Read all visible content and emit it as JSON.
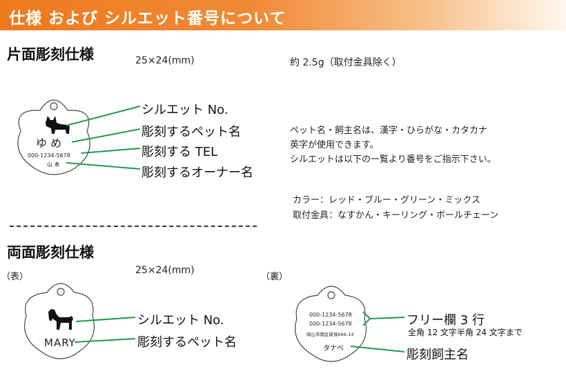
{
  "banner": {
    "title": "仕様 および シルエット番号について"
  },
  "single": {
    "heading": "片面彫刻仕様",
    "size": "25×24(mm)",
    "weight": "約 2.5g（取付金具除く）",
    "tag": {
      "name": "ゆ め",
      "tel": "000-1234-5678",
      "owner": "山 本"
    },
    "labels": {
      "silhouette": "シルエット No.",
      "pet_name": "彫刻するペット名",
      "tel": "彫刻する TEL",
      "owner": "彫刻するオーナー名"
    },
    "notes": [
      "ペット名・飼主名は、漢字・ひらがな・カタカナ",
      "英字が使用できます。",
      "シルエットは以下の一覧より番号をご指示下さい。"
    ],
    "specs": [
      "カラー：レッド・ブルー・グリーン・ミックス",
      "取付金具：なすかん・キーリング・ボールチェーン"
    ]
  },
  "double": {
    "heading": "両面彫刻仕様",
    "front_label": "（表）",
    "back_label": "（裏）",
    "size": "25×24(mm)",
    "front": {
      "tag_name": "MARY",
      "labels": {
        "silhouette": "シルエット No.",
        "pet_name": "彫刻するペット名"
      }
    },
    "back": {
      "lines": [
        "000-1234-5678",
        "000-1234-5678",
        "岡山市南区新保666-14"
      ],
      "owner": "タナベ",
      "labels": {
        "free": "フリー欄 3 行",
        "free_note": "全角 12 文字半角 24 文字まで",
        "owner": "彫刻飼主名"
      }
    }
  },
  "colors": {
    "banner": "#ee7a1e",
    "leader": "#1e9a4c",
    "outline": "#444444"
  },
  "icons": {
    "silhouette_single": "corgi-silhouette-icon",
    "silhouette_front": "spaniel-silhouette-icon"
  }
}
